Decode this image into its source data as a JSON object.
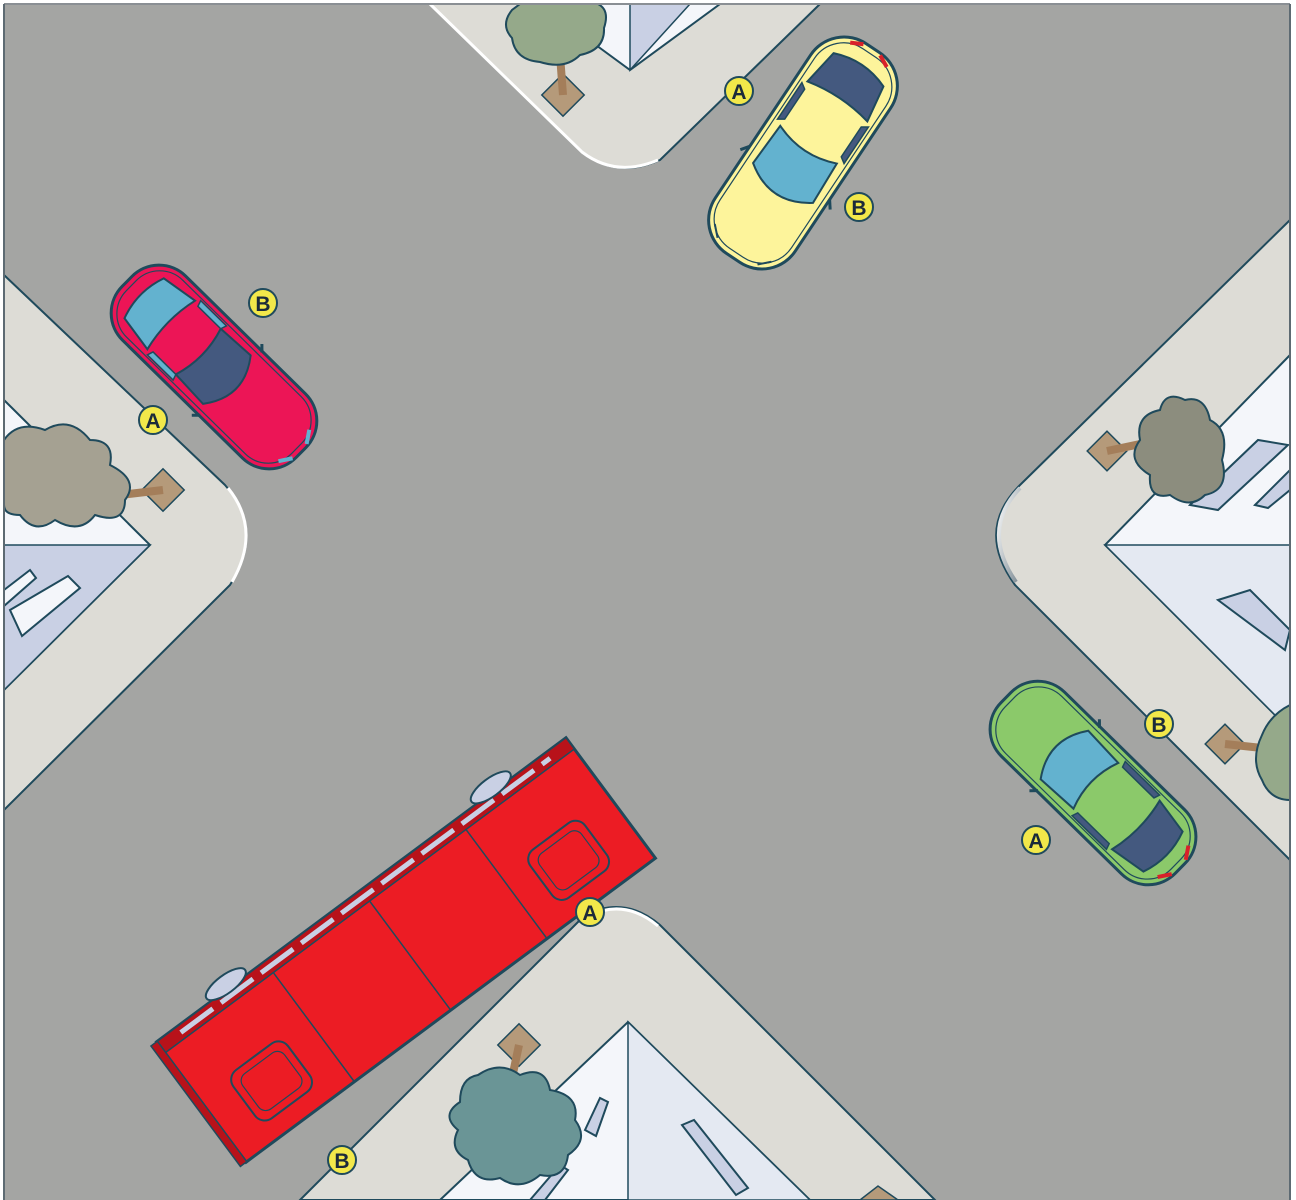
{
  "scene": {
    "labels": {
      "yellow_car_a": "A",
      "yellow_car_b": "B",
      "red_car_a": "A",
      "red_car_b": "B",
      "green_car_a": "A",
      "green_car_b": "B",
      "bus_a": "A",
      "bus_b": "B"
    },
    "colors": {
      "road": "#a4a5a3",
      "sidewalk": "#dddcd6",
      "building_light": "#f4f6fa",
      "building_shade": "#c9d0e4",
      "outline": "#1f4a5c",
      "label_fill": "#f2e84a",
      "yellow_car": "#fdf49b",
      "red_car": "#ec1556",
      "green_car": "#8bc96a",
      "bus": "#ec1c24",
      "glass": "#63b2cf",
      "glass_dark": "#44597f"
    }
  }
}
